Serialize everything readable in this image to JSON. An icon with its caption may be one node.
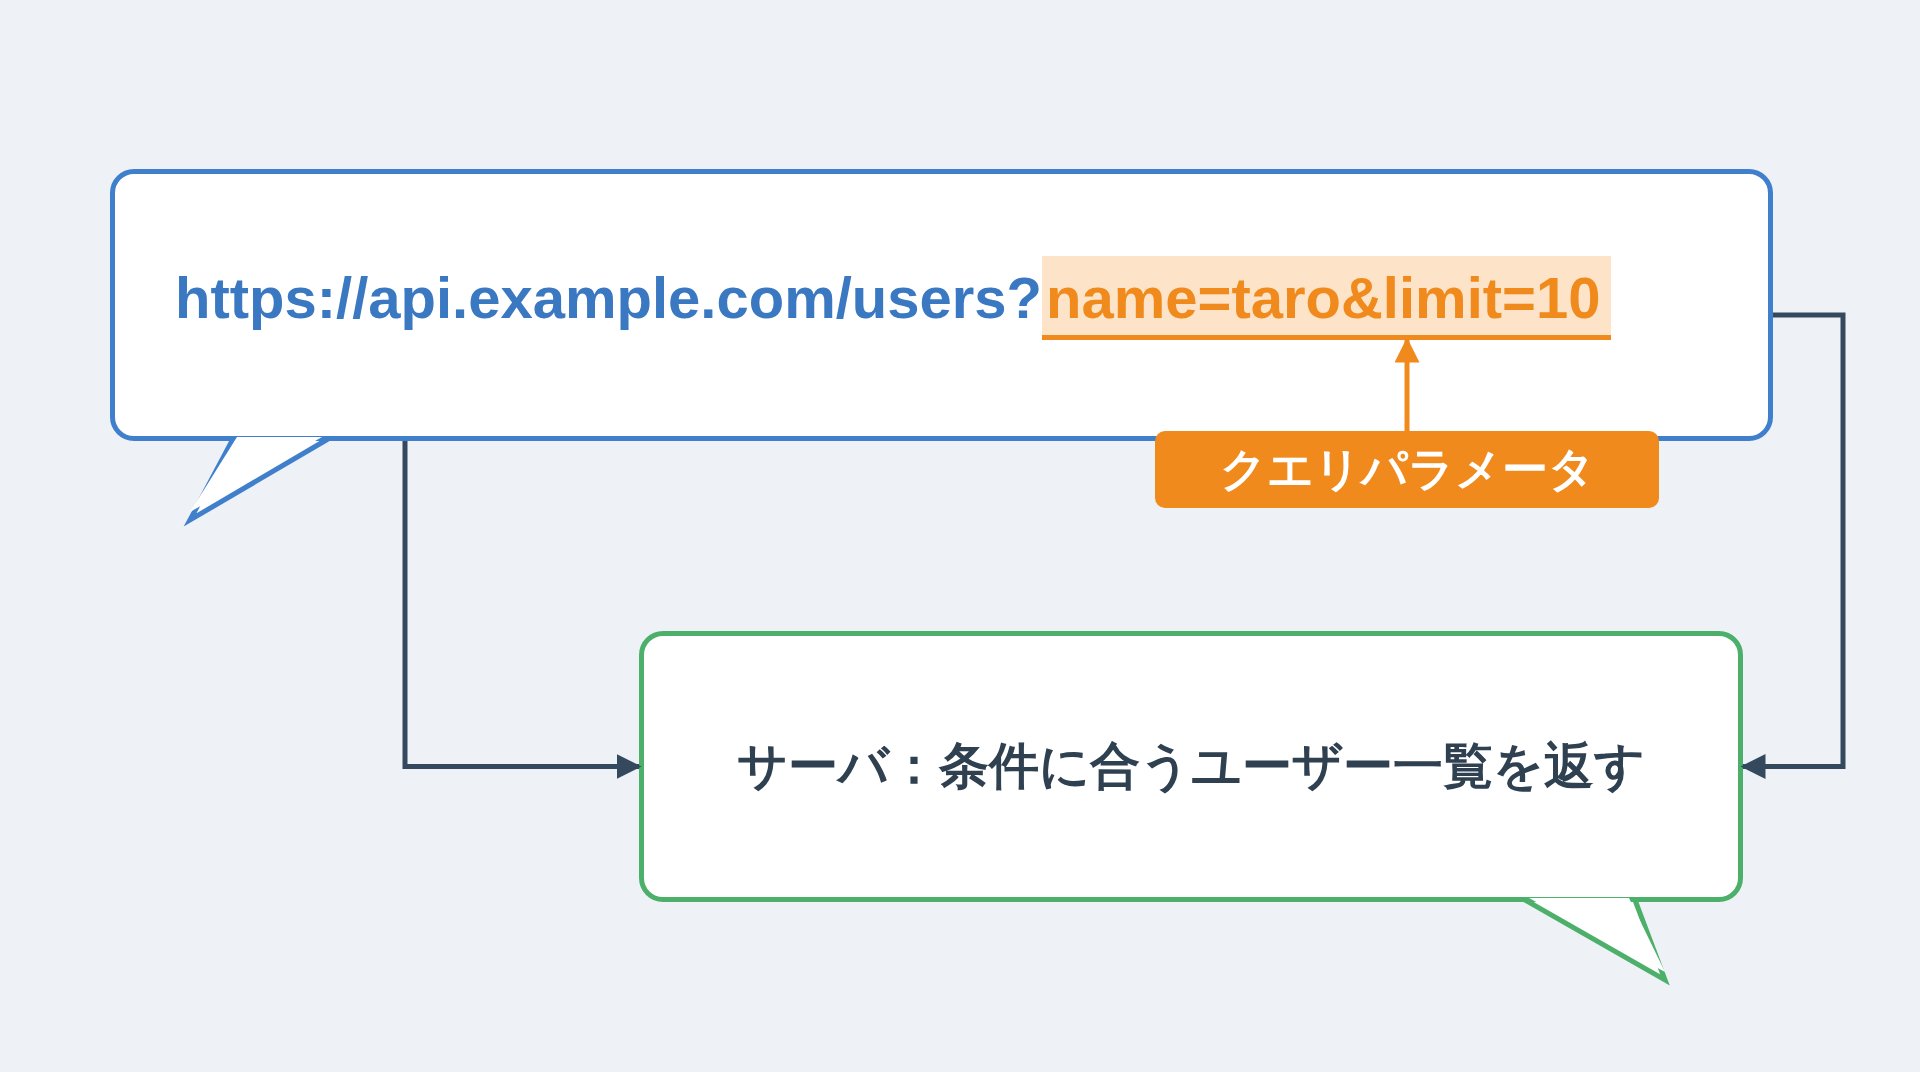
{
  "diagram": {
    "nodes": [
      {
        "text": [
          "https://api.example.com/users?"
        ]
      },
      {
        "text": [
          "name=taro&limit=10"
        ],
        "in": 0
      },
      {
        "text": [
          "クエリパラメータ"
        ]
      },
      {
        "text": [
          "サーバ：条件に合うユーザー一覧を返す"
        ]
      }
    ],
    "edges": [
      {
        "from": 2,
        "to": 1,
        "arrow": "to",
        "color": "#f08a1c"
      },
      {
        "from": 0,
        "to": 3,
        "arrow": "to"
      },
      {
        "from": 0,
        "to": 3,
        "arrow": "to"
      }
    ]
  }
}
